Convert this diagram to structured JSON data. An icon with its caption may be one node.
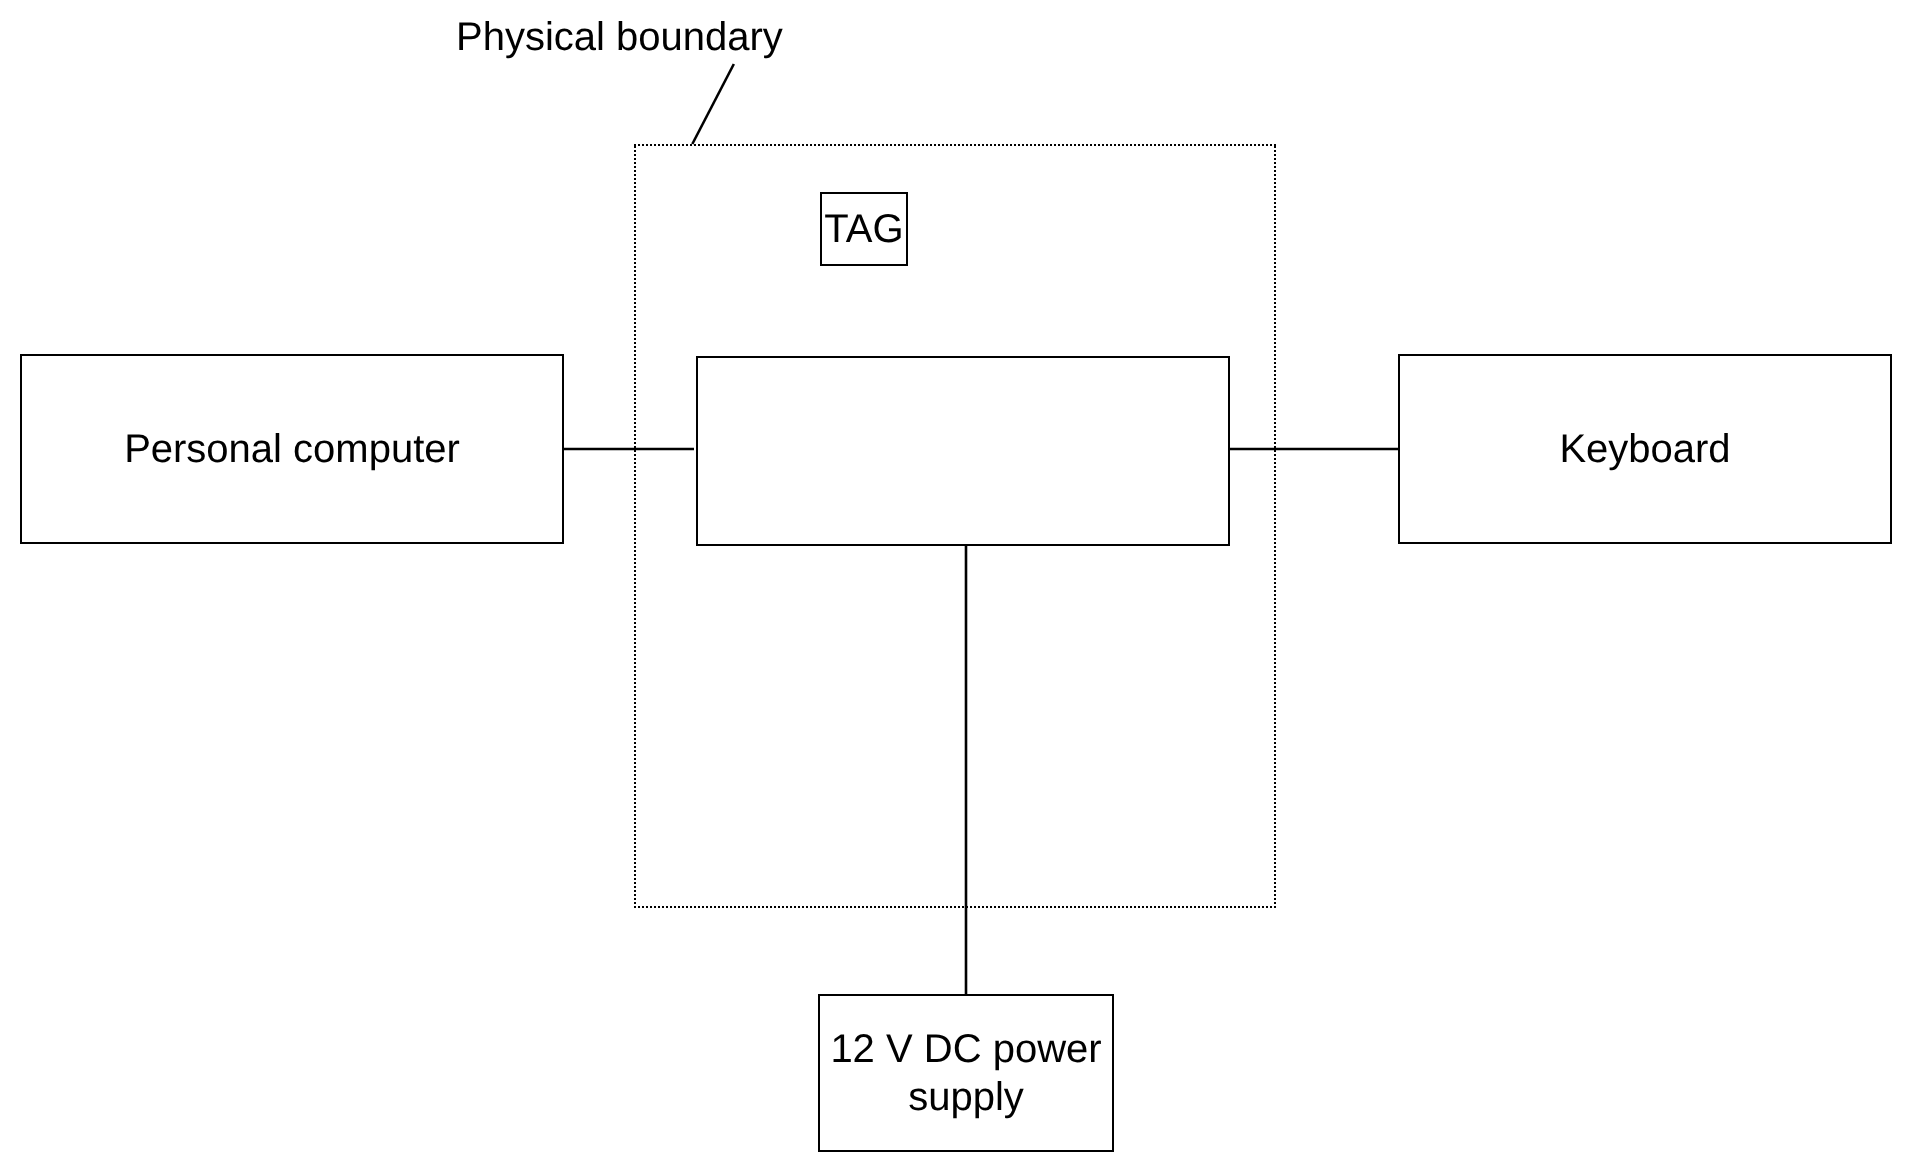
{
  "diagram": {
    "nodes": [
      {
        "text": [
          "Physical boundary"
        ]
      },
      {
        "text": [],
        "shape": "box"
      },
      {
        "text": [
          "TAG"
        ],
        "in": 1
      },
      {
        "text": [],
        "shape": "box",
        "in": 1
      },
      {
        "text": [
          "Personal computer"
        ]
      },
      {
        "text": [
          "Keyboard"
        ]
      },
      {
        "text": [
          "12 V DC power supply"
        ]
      }
    ],
    "edges": [
      {
        "from": 0,
        "to": 1,
        "arrow": "none"
      },
      {
        "from": 4,
        "to": 3,
        "arrow": "none"
      },
      {
        "from": 3,
        "to": 5,
        "arrow": "none"
      },
      {
        "from": 3,
        "to": 6,
        "arrow": "none"
      }
    ]
  }
}
